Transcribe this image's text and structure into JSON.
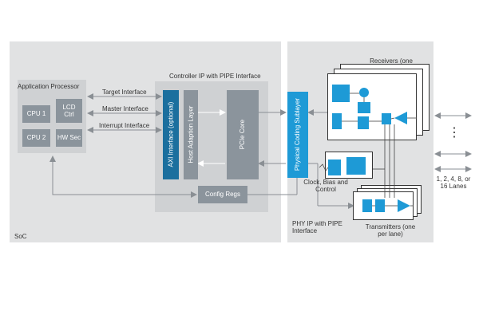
{
  "soc": {
    "label": "SoC"
  },
  "app_processor": {
    "title": "Application Processor",
    "blocks": [
      "CPU 1",
      "LCD Ctrl",
      "CPU 2",
      "HW Sec"
    ]
  },
  "interfaces": [
    "Target Interface",
    "Master Interface",
    "Interrupt Interface"
  ],
  "controller": {
    "title": "Controller IP with PIPE Interface",
    "axi": "AXI Interface (optional)",
    "hal": "Host Adaption Layer",
    "pcie": "PCIe Core",
    "config": "Config Regs"
  },
  "phy": {
    "pcs": "Physical Coding Sublayer",
    "receivers": "Receivers (one per lane)",
    "transmitters": "Transmitters (one per lane)",
    "clock": "Clock, Bias and Control",
    "label": "PHY IP with PIPE Interface"
  },
  "lanes": {
    "dots": "⋮",
    "label": "1, 2, 4, 8, or 16 Lanes"
  },
  "colors": {
    "accent": "#1e9ad6",
    "axi": "#1b6f9e",
    "block_gray": "#8b949c",
    "panel": "#dfe0e1",
    "panel_inner": "#cfd1d3"
  }
}
